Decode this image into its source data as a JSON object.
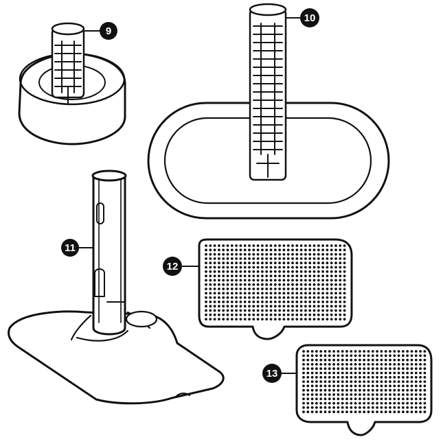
{
  "parts": [
    {
      "id": "part-9",
      "number": "9",
      "name": "small-tower-filter-in-base"
    },
    {
      "id": "part-10",
      "number": "10",
      "name": "tall-tower-filter-in-oval-tray"
    },
    {
      "id": "part-11",
      "number": "11",
      "name": "tube-pump-housing-on-base"
    },
    {
      "id": "part-12",
      "number": "12",
      "name": "perforated-filter-plate-large"
    },
    {
      "id": "part-13",
      "number": "13",
      "name": "perforated-filter-plate-small"
    }
  ],
  "colors": {
    "stroke": "#111111",
    "fill": "#ffffff",
    "callout_bg": "#111111",
    "callout_text": "#ffffff"
  }
}
